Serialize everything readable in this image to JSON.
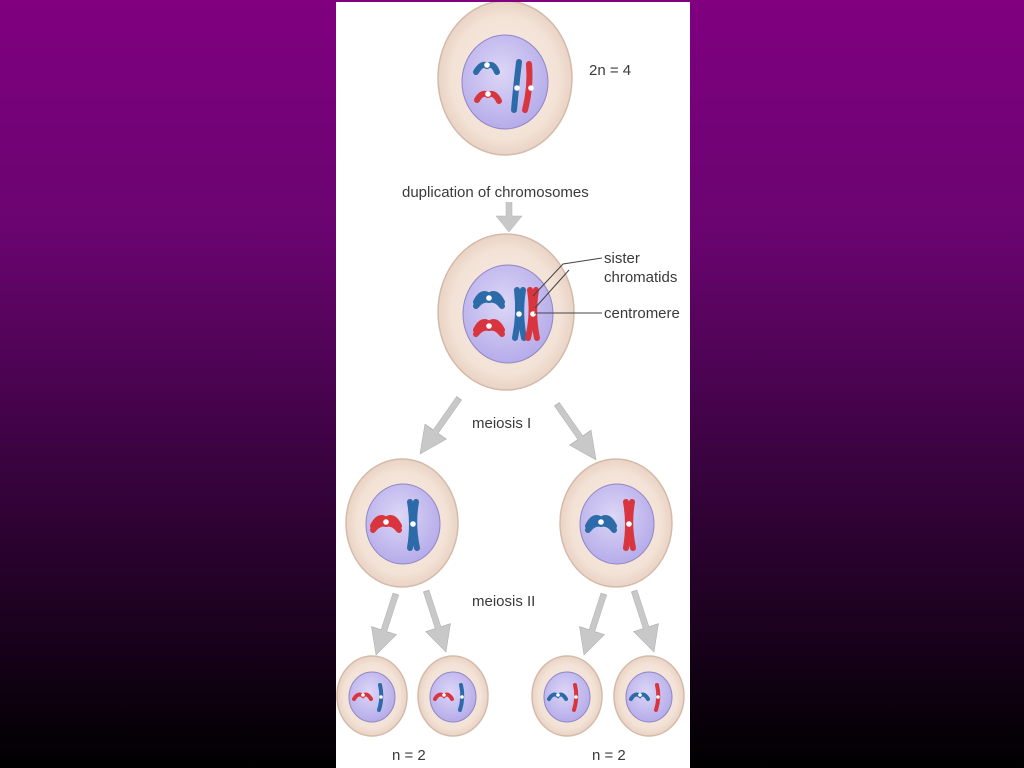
{
  "labels": {
    "parent_ploidy": "2n = 4",
    "duplication": "duplication of chromosomes",
    "sister_chromatids_line1": "sister",
    "sister_chromatids_line2": "chromatids",
    "centromere": "centromere",
    "meiosis_one": "meiosis I",
    "meiosis_two": "meiosis II",
    "daughter_ploidy_left": "n = 2",
    "daughter_ploidy_right": "n = 2"
  },
  "colors": {
    "background_top": "#800080",
    "background_bottom": "#000000",
    "cell_cytoplasm": "#f5e6dc",
    "cell_nucleus": "#c9c2ec",
    "chromosome_blue": "#2c6aa8",
    "chromosome_red": "#d8353f",
    "arrow": "#c8c8c8"
  }
}
